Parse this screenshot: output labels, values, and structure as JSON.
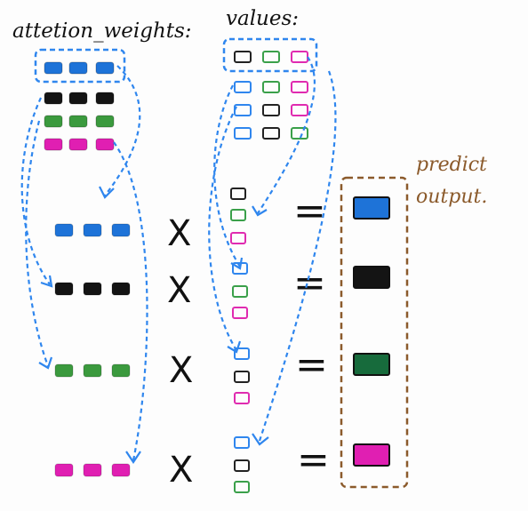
{
  "labels": {
    "attention_weights": "attetion_weights:",
    "values": "values:",
    "predict": "predict",
    "output": "output."
  },
  "operators": {
    "times": "X",
    "equals": "="
  },
  "colors": {
    "blue": "#1e73d8",
    "black": "#141414",
    "green": "#3b9a3e",
    "magenta": "#e01fb2",
    "dark_green": "#176b3c",
    "outline_black": "#222222",
    "outline_green": "#3aa04a",
    "outline_magenta": "#e02bb0",
    "dash_blue": "#2f86ee",
    "dash_brown": "#8b5a2b",
    "ink": "#111111"
  },
  "attention_weights_matrix": [
    "blue",
    "black",
    "green",
    "magenta"
  ],
  "values_matrix": [
    [
      "outline_black",
      "outline_green",
      "outline_magenta"
    ],
    [
      "outline_blue",
      "outline_green",
      "outline_magenta"
    ],
    [
      "outline_blue",
      "outline_black",
      "outline_magenta"
    ],
    [
      "outline_blue",
      "outline_black",
      "outline_green"
    ]
  ],
  "outputs": [
    "blue",
    "black",
    "dark_green",
    "magenta"
  ]
}
